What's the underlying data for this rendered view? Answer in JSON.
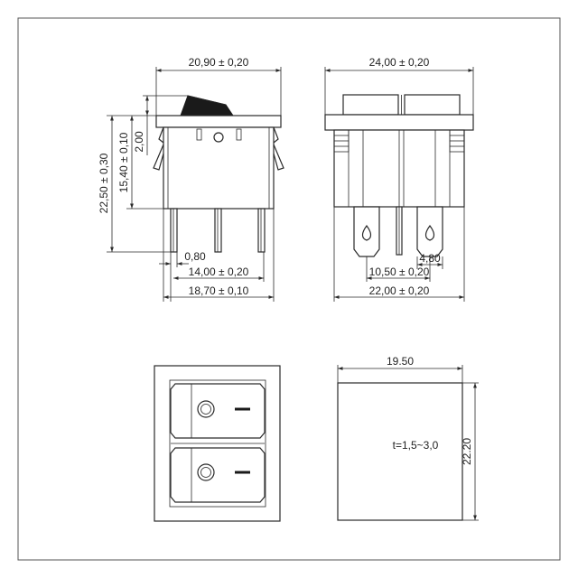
{
  "colors": {
    "line": "#2a2a2a",
    "background": "#ffffff",
    "frame": "#555555"
  },
  "side_view": {
    "top_width": "20,90 ± 0,20",
    "overall_height": "22,50 ± 0,30",
    "body_height": "15,40 ± 0,10",
    "rocker_height": "2,00",
    "pin_width": "0,80",
    "pin_spacing": "14,00 ± 0,20",
    "base_width": "18,70 ± 0,10"
  },
  "front_view": {
    "top_width": "24,00 ± 0,20",
    "terminal_width": "4,80",
    "terminal_spacing": "10,50 ± 0,20",
    "base_width": "22,00 ± 0,20"
  },
  "panel_cutout": {
    "width": "19.50",
    "height": "22.20",
    "thickness": "t=1,5~3,0"
  }
}
